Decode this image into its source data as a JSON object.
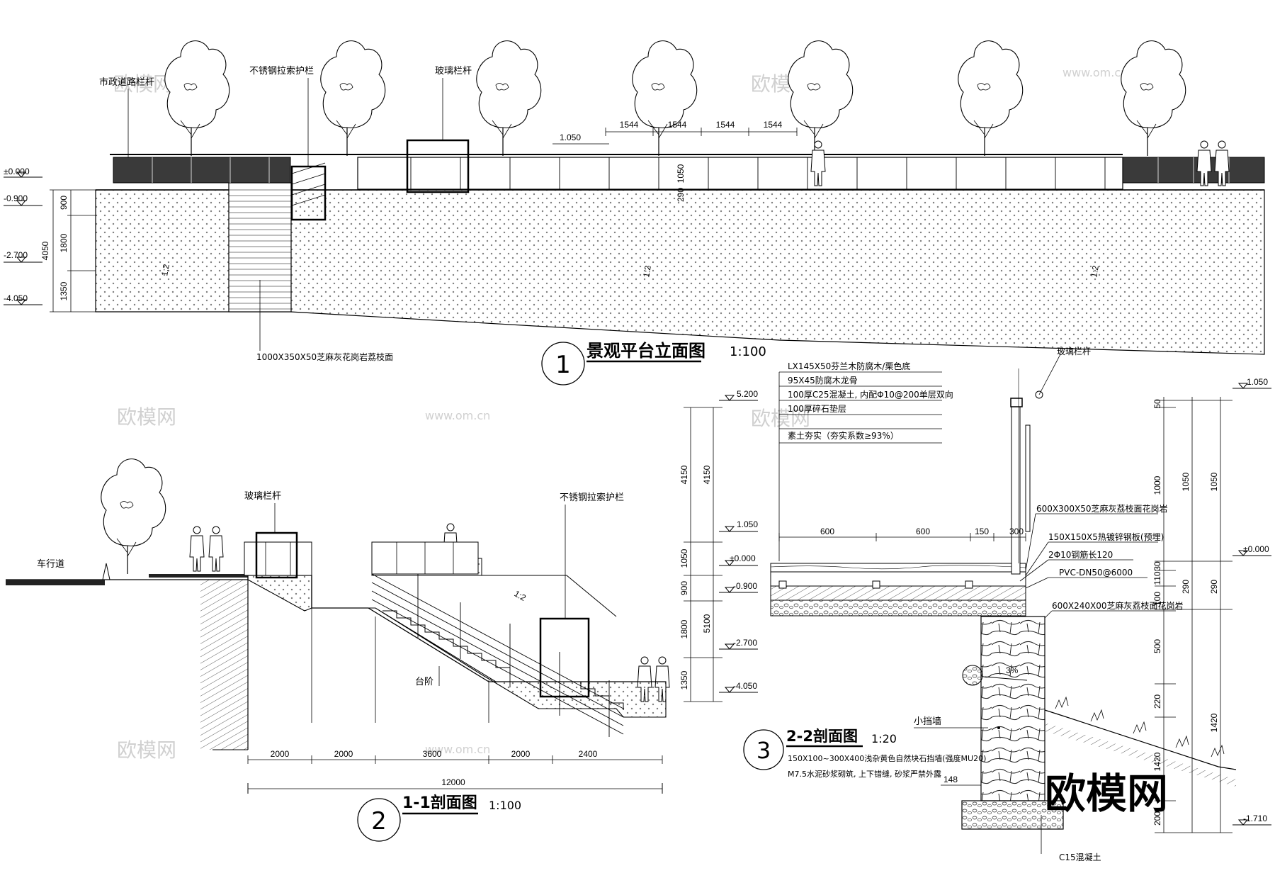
{
  "views": {
    "elevation": {
      "number": "1",
      "title": "景观平台立面图",
      "scale": "1:100"
    },
    "section_1_1": {
      "number": "2",
      "title": "1-1剖面图",
      "scale": "1:100"
    },
    "section_2_2": {
      "number": "3",
      "title": "2-2剖面图",
      "scale": "1:20"
    }
  },
  "elevation": {
    "labels": {
      "road_railing": "市政道路栏杆",
      "steel_cable_rail": "不锈钢拉索护栏",
      "glass_rail": "玻璃栏杆",
      "stair_stone": "1000X350X50芝麻灰花岗岩荔枝面"
    },
    "levels": [
      "±0.000",
      "-0.900",
      "-2.700",
      "-4.050"
    ],
    "dims_vertical": [
      "900",
      "1800",
      "1350",
      "4050"
    ],
    "dims_top": [
      "1544",
      "1544",
      "1544",
      "1544"
    ],
    "rail_level": "1.050",
    "rail_dims": [
      "1050",
      "290"
    ],
    "slope": "1:2"
  },
  "section_1_1": {
    "labels": {
      "glass_rail": "玻璃栏杆",
      "steel_cable_rail": "不锈钢拉索护栏",
      "roadway": "车行道",
      "steps": "台阶"
    },
    "levels": [
      "5.200",
      "1.050",
      "±0.000",
      "-0.900",
      "-2.700",
      "-4.050"
    ],
    "dims_vertical": [
      "4150",
      "4150",
      "1050",
      "900",
      "1800",
      "5100",
      "1350"
    ],
    "dims_bottom": [
      "2000",
      "2000",
      "3600",
      "2000",
      "2400"
    ],
    "dim_total": "12000",
    "slope": "1:2"
  },
  "section_2_2": {
    "layers": [
      "LX145X50芬兰木防腐木/栗色底",
      "95X45防腐木龙骨",
      "100厚C25混凝土, 内配Φ10@200单层双向",
      "100厚碎石垫层",
      "素土夯实（夯实系数≥93%）"
    ],
    "glass_rail": "玻璃栏杆",
    "callouts": [
      "600X300X50芝麻灰荔枝面花岗岩",
      "150X150X5热镀锌钢板(预埋)",
      "2Φ10钢筋长120",
      "PVC-DN50@6000",
      "600X240X00芝麻灰荔枝面花岗岩"
    ],
    "retaining_wall": "小挡墙",
    "wall_note_1": "150X100~300X400浅杂黄色自然块石挡墙(强度MU20)",
    "wall_note_2": "M7.5水泥砂浆砌筑, 上下错缝, 砂浆严禁外露",
    "base": "C15混凝土",
    "slope_pct": "3%",
    "dims_horizontal": [
      "600",
      "600",
      "150",
      "300"
    ],
    "dims_right_inner": [
      "50",
      "1000",
      "30",
      "110",
      "100",
      "500",
      "220",
      "1420",
      "200"
    ],
    "dims_right_outer": [
      "1050",
      "290"
    ],
    "dims_far": [
      "1050",
      "290",
      "1420"
    ],
    "small_dim": "148",
    "levels": [
      "1.050",
      "±0.000",
      "-1.710"
    ]
  },
  "watermarks": [
    "欧模网",
    "www.om.cn"
  ],
  "brand": "欧模网"
}
